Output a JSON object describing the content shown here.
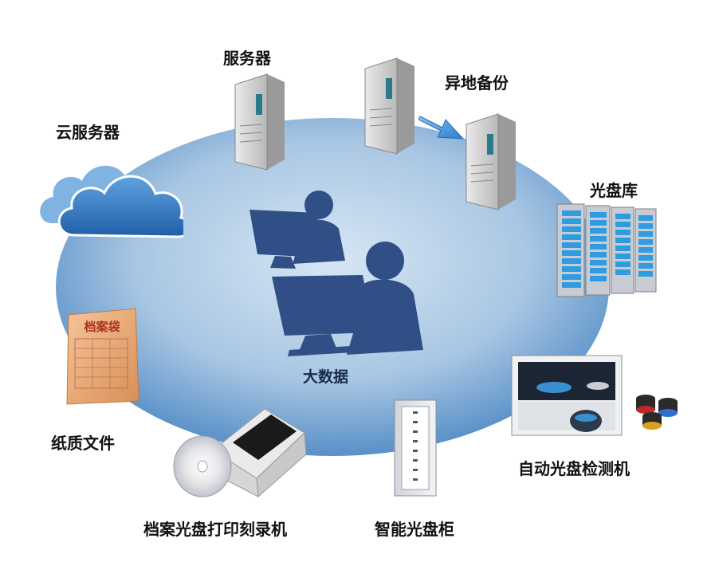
{
  "diagram": {
    "center_label": "大数据",
    "bag_label": "档案袋",
    "nodes": {
      "cloud_server": "云服务器",
      "server": "服务器",
      "offsite_backup": "异地备份",
      "disc_library": "光盘库",
      "paper_files": "纸质文件",
      "auto_disc_inspector": "自动光盘检测机",
      "archive_disc_printer": "档案光盘打印刻录机",
      "smart_disc_cabinet": "智能光盘柜"
    }
  },
  "colors": {
    "ellipse_center": "#c7dbed",
    "ellipse_edge": "#3f7fbf",
    "figure_blue": "#2f4f86",
    "cloud_blue": "#2f70b8",
    "arrow_blue": "#3b8fd6"
  }
}
